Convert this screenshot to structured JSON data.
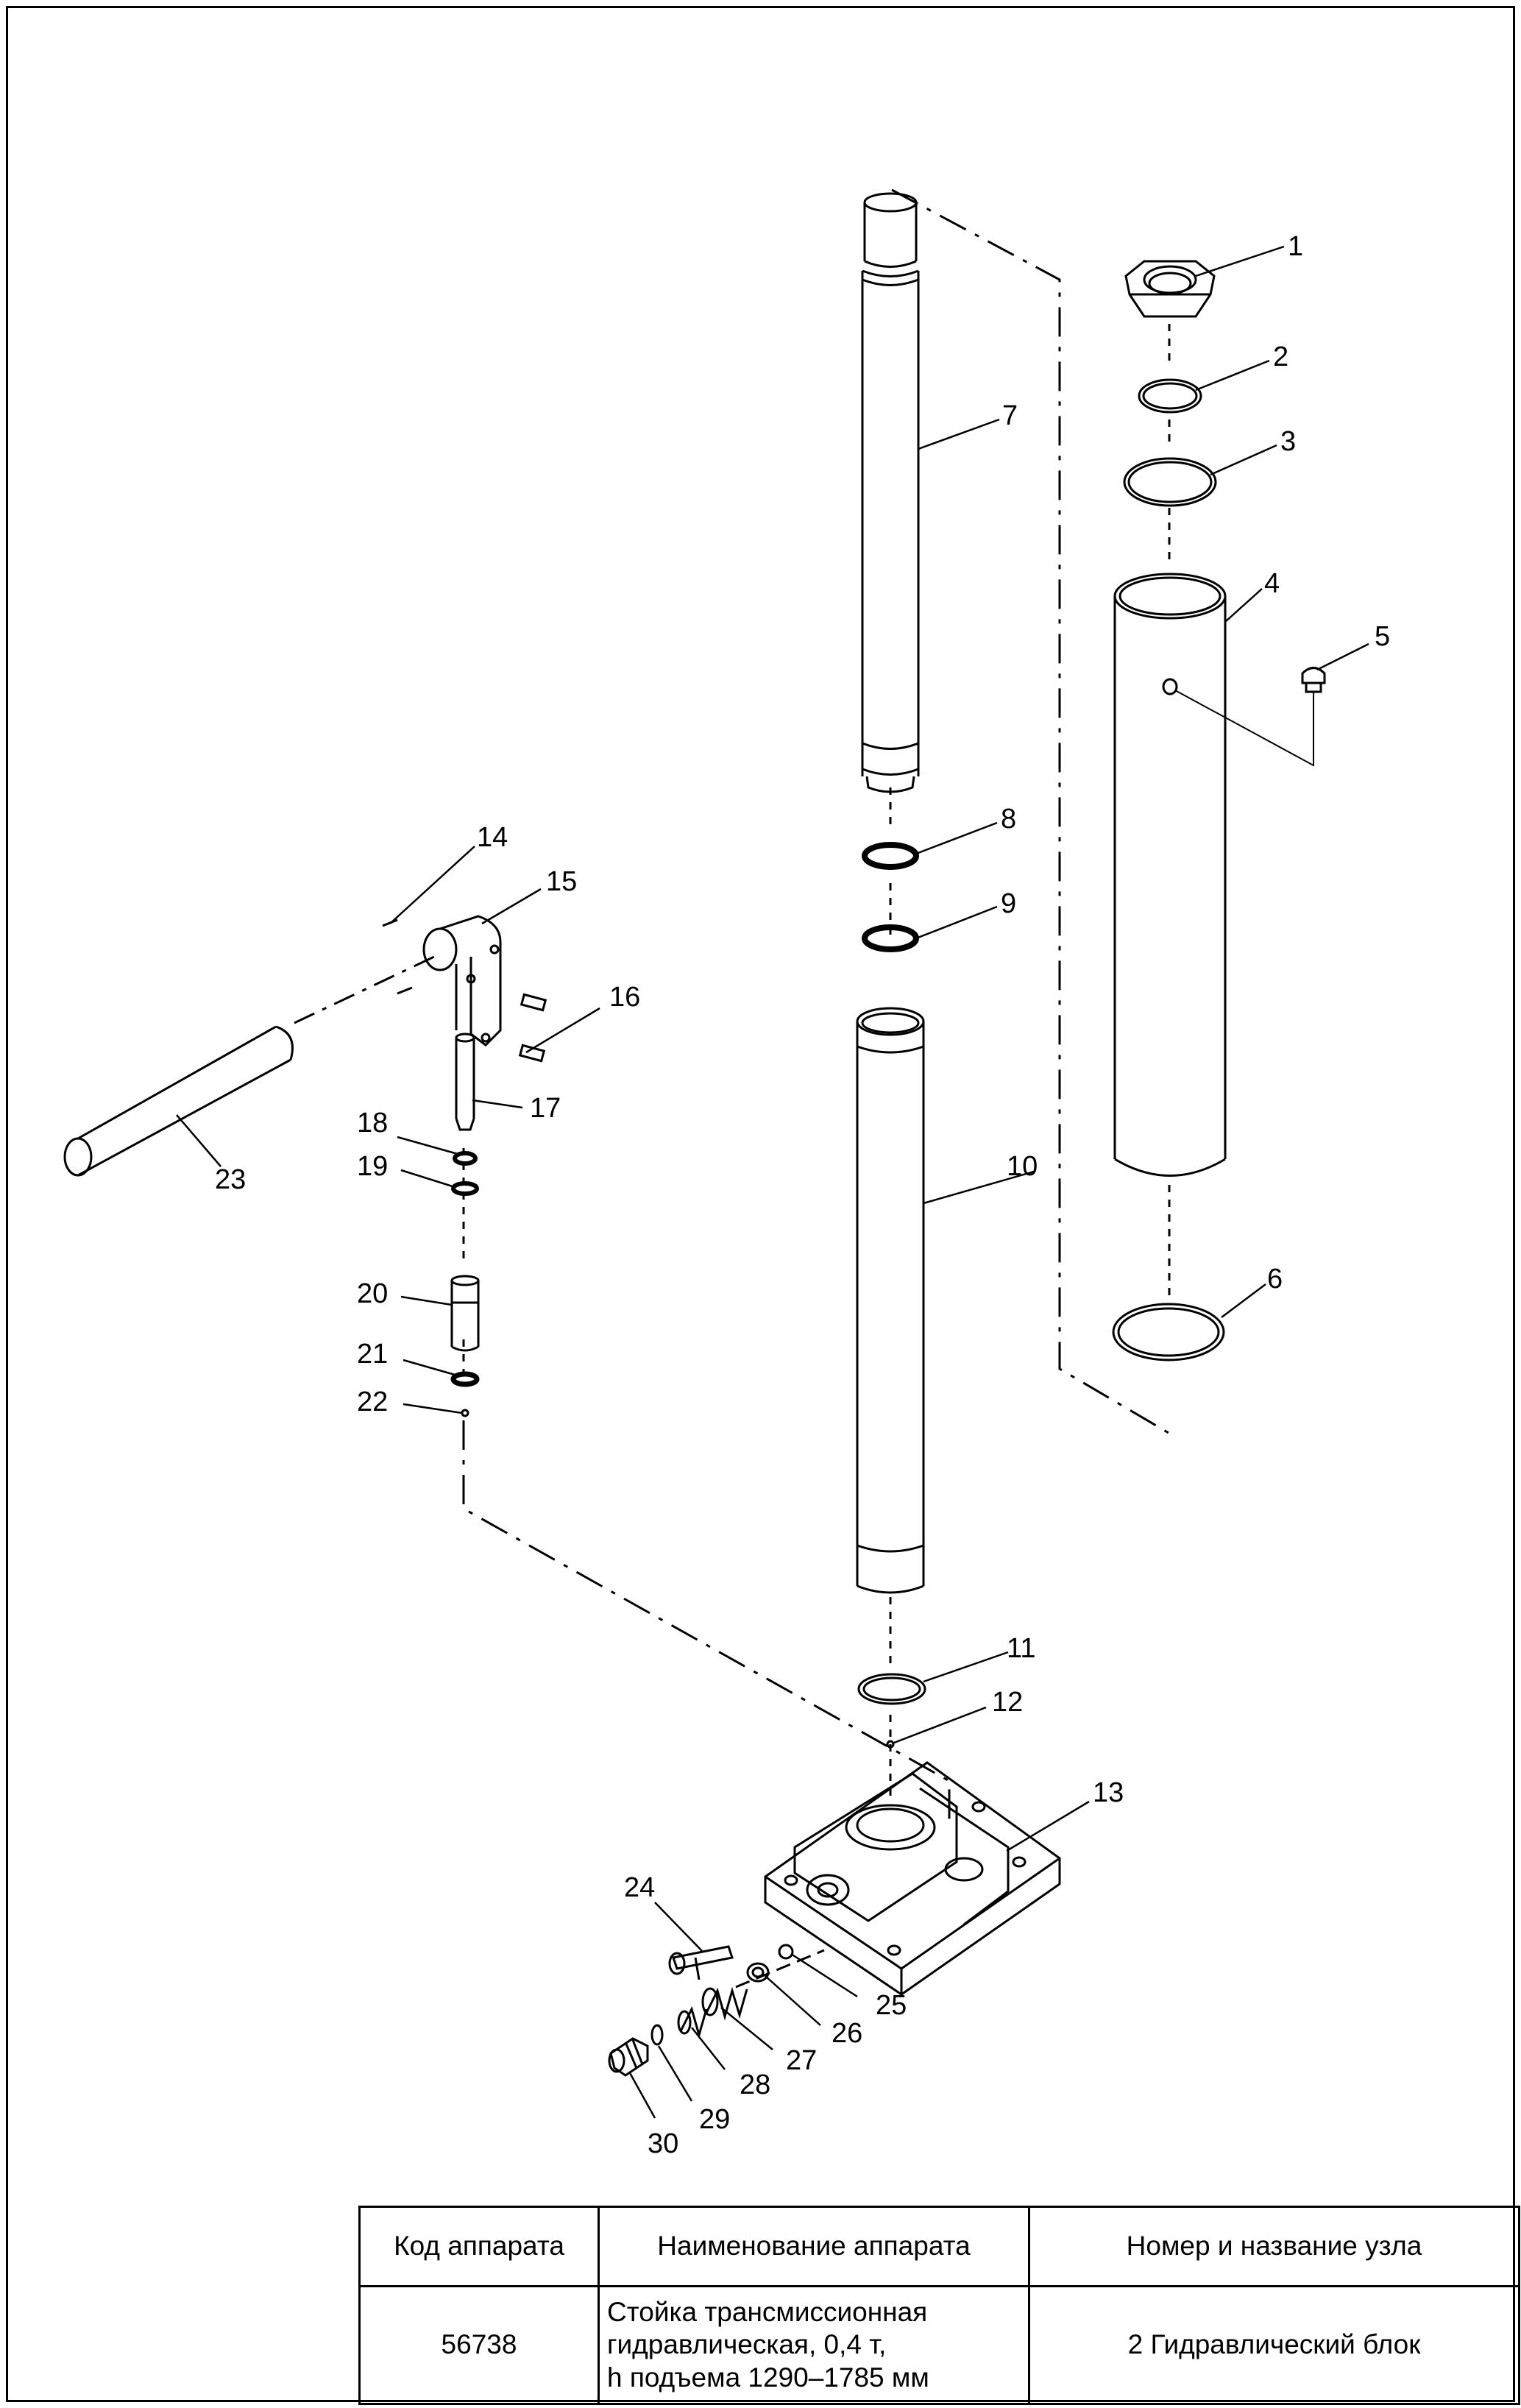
{
  "callouts": [
    "1",
    "2",
    "3",
    "4",
    "5",
    "6",
    "7",
    "8",
    "9",
    "10",
    "11",
    "12",
    "13",
    "14",
    "15",
    "16",
    "17",
    "18",
    "19",
    "20",
    "21",
    "22",
    "23",
    "24",
    "25",
    "26",
    "27",
    "28",
    "29",
    "30"
  ],
  "title_block": {
    "headers": {
      "code": "Код аппарата",
      "name": "Наименование аппарата",
      "node": "Номер и название узла"
    },
    "values": {
      "code": "56738",
      "name_lines": [
        "Стойка трансмиссионная",
        "гидравлическая, 0,4 т,",
        "h подъема 1290–1785 мм"
      ],
      "node": "2 Гидравлический блок"
    }
  }
}
